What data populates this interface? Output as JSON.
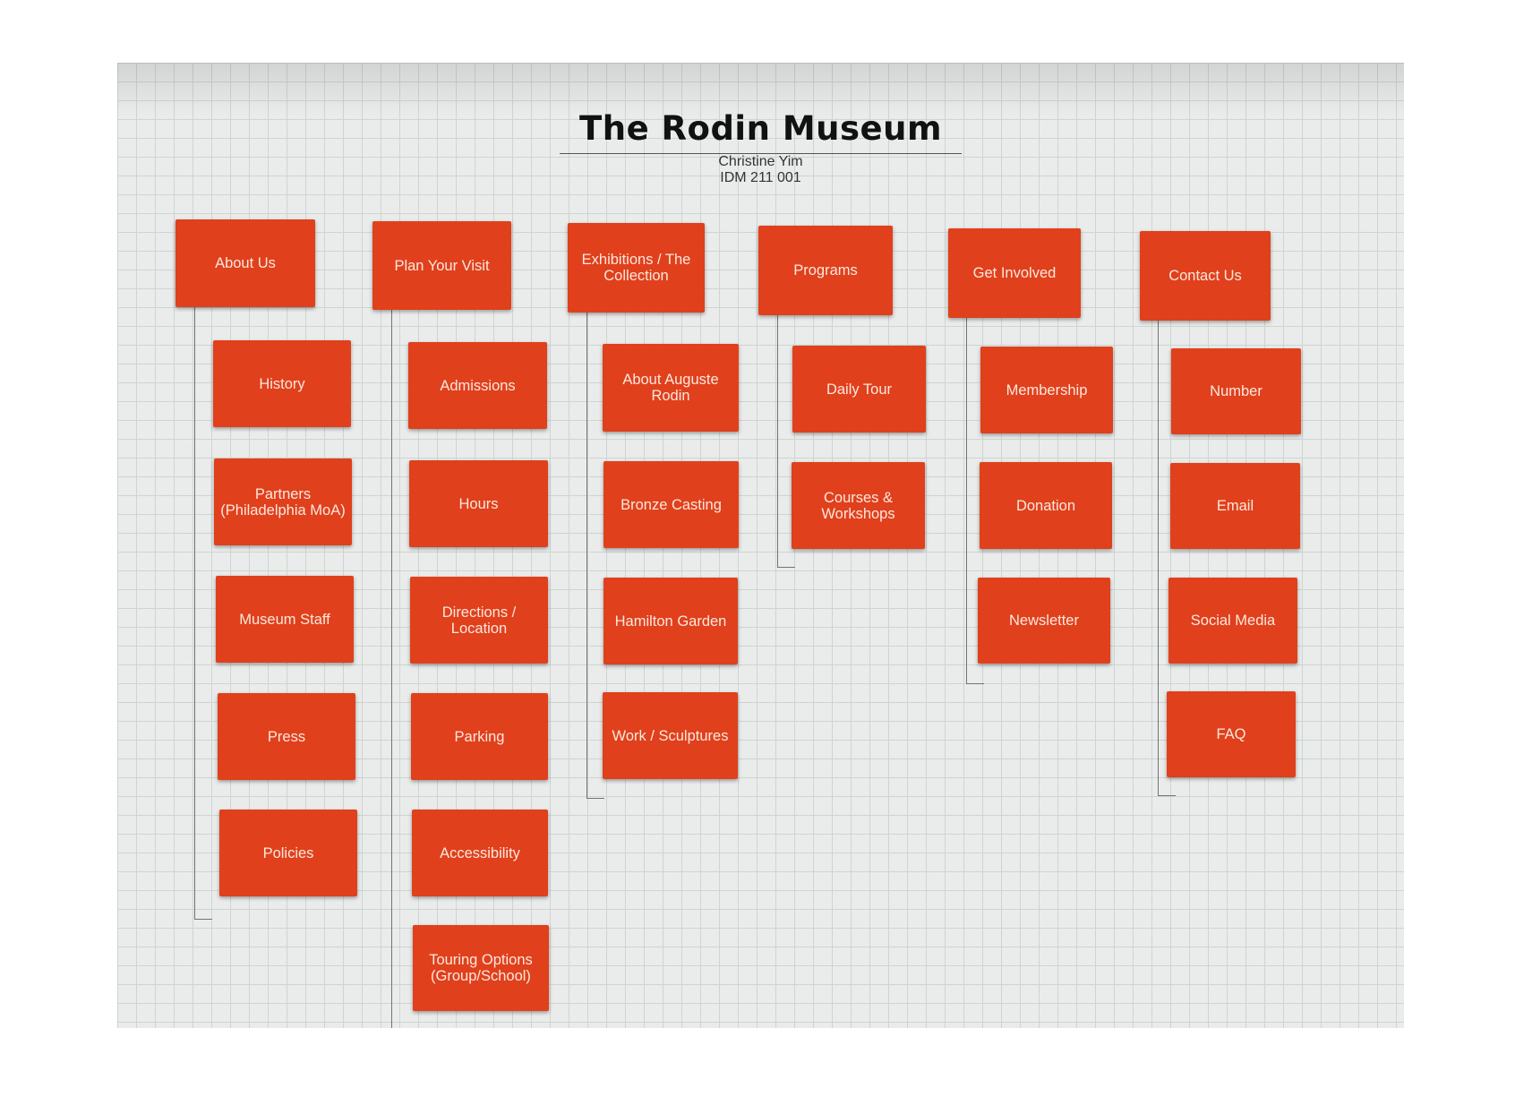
{
  "diagram": {
    "title": "The Rodin Museum",
    "author": "Christine Yim",
    "course": "IDM 211 001",
    "colors": {
      "box": "#e0401c",
      "box_text": "#fde8de",
      "grid": "#cfd4d1",
      "line": "#6f7472"
    },
    "columns": [
      {
        "label": "About Us",
        "children": [
          "History",
          "Partners (Philadelphia MoA)",
          "Museum Staff",
          "Press",
          "Policies"
        ]
      },
      {
        "label": "Plan Your Visit",
        "children": [
          "Admissions",
          "Hours",
          "Directions / Location",
          "Parking",
          "Accessibility",
          "Touring Options (Group/School)"
        ]
      },
      {
        "label": "Exhibitions / The Collection",
        "children": [
          "About Auguste Rodin",
          "Bronze Casting",
          "Hamilton Garden",
          "Work / Sculptures"
        ]
      },
      {
        "label": "Programs",
        "children": [
          "Daily Tour",
          "Courses & Workshops"
        ]
      },
      {
        "label": "Get Involved",
        "children": [
          "Membership",
          "Donation",
          "Newsletter"
        ]
      },
      {
        "label": "Contact Us",
        "children": [
          "Number",
          "Email",
          "Social Media",
          "FAQ"
        ]
      }
    ]
  }
}
